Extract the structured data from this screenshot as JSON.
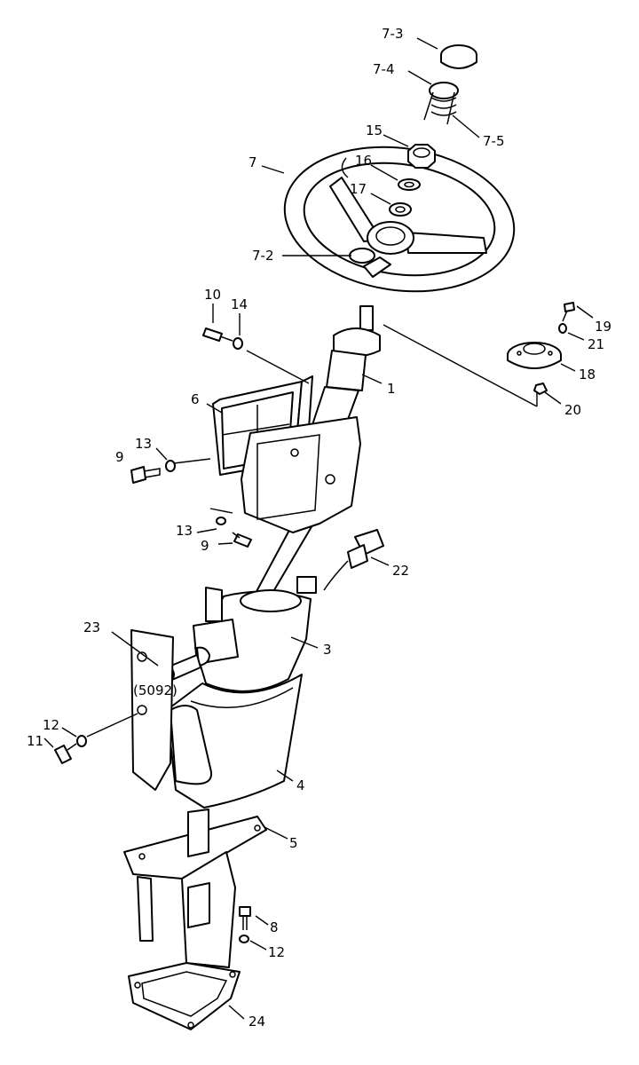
{
  "callouts": {
    "c7_3": "7-3",
    "c7_4": "7-4",
    "c7_5": "7-5",
    "c15": "15",
    "c16": "16",
    "c17": "17",
    "c7": "7",
    "c7_2": "7-2",
    "c10": "10",
    "c14": "14",
    "c19": "19",
    "c21": "21",
    "c18": "18",
    "c20": "20",
    "c1": "1",
    "c6": "6",
    "c13a": "13",
    "c9a": "9",
    "c13b": "13",
    "c9b": "9",
    "c22": "22",
    "c23": "23",
    "c5092": "(5092)",
    "c3": "3",
    "c12a": "12",
    "c11": "11",
    "c4": "4",
    "c5": "5",
    "c8": "8",
    "c12b": "12",
    "c24": "24"
  }
}
